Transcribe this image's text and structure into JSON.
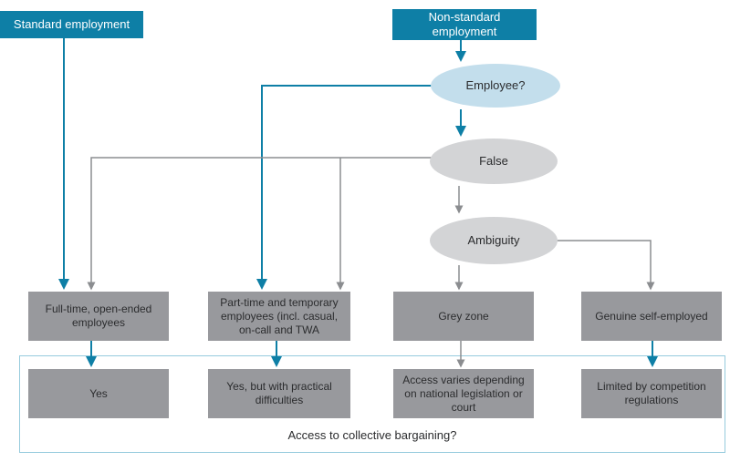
{
  "colors": {
    "teal": "#0E7FA6",
    "ellipseBlue": "#C3DEEC",
    "ellipseGrey": "#D3D4D6",
    "boxGrey": "#98999D",
    "arrowGrey": "#8B8D90",
    "frameBlue": "#96CBDD",
    "textDark": "#2B2C2E",
    "textLight": "#FFFFFF"
  },
  "nodes": {
    "standard": "Standard employment",
    "nonstandard": "Non-standard employment",
    "employee": "Employee?",
    "false": "False",
    "ambiguity": "Ambiguity",
    "row1": [
      "Full-time, open-ended employees",
      "Part-time and temporary employees (incl. casual, on-call and TWA",
      "Grey zone",
      "Genuine self-employed"
    ],
    "row2": [
      "Yes",
      "Yes, but with practical difficulties",
      "Access varies depending on national legislation or court",
      "Limited by competition regulations"
    ]
  },
  "footer": {
    "question": "Access to collective bargaining?"
  }
}
